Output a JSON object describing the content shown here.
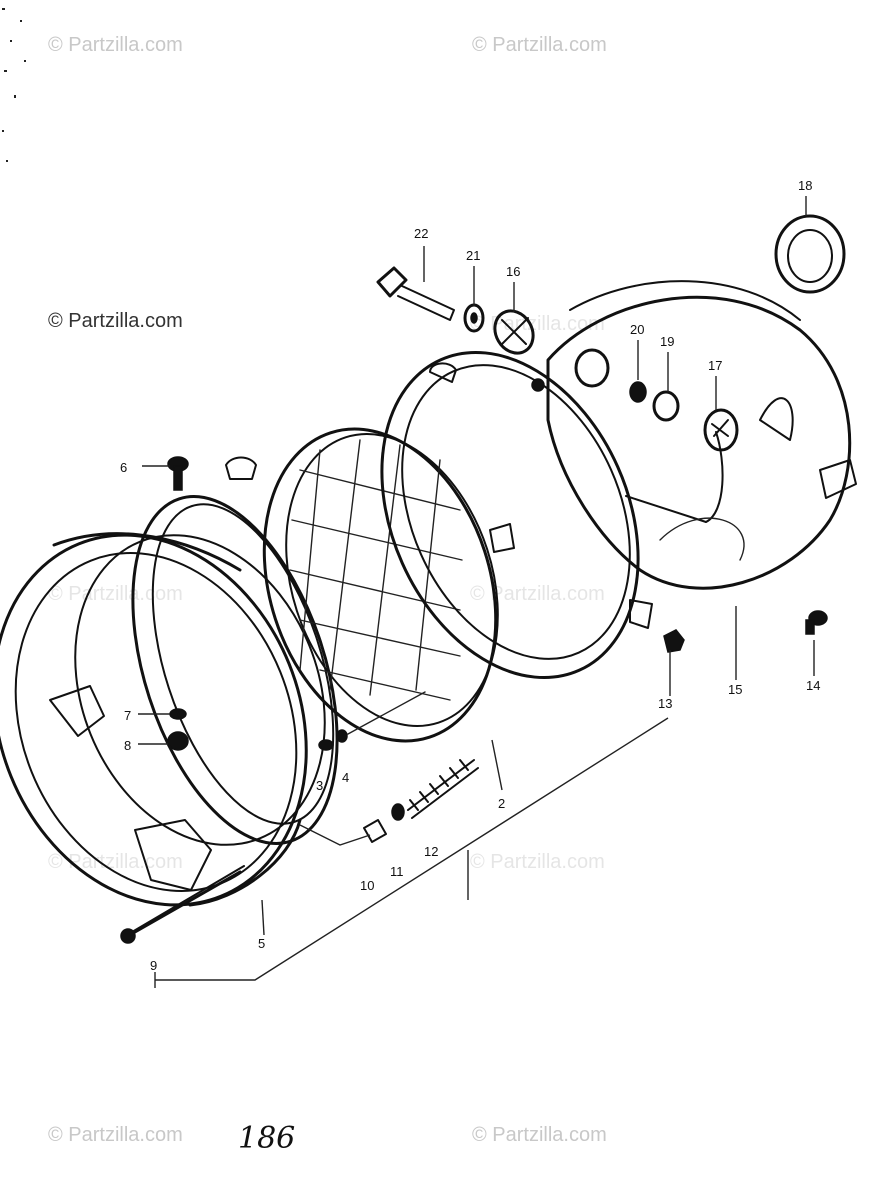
{
  "watermarks": [
    {
      "text": "© Partzilla.com",
      "tone": "light"
    },
    {
      "text": "© Partzilla.com",
      "tone": "light"
    },
    {
      "text": "© Partzilla.com",
      "tone": "dark"
    },
    {
      "text": "© Partzilla.com",
      "tone": "light"
    },
    {
      "text": "© Partzilla.com",
      "tone": "light"
    }
  ],
  "callouts": [
    "2",
    "3",
    "4",
    "5",
    "6",
    "7",
    "8",
    "9",
    "10",
    "11",
    "12",
    "13",
    "14",
    "15",
    "16",
    "17",
    "18",
    "19",
    "20",
    "21",
    "22"
  ],
  "page_note": "186",
  "colors": {
    "ink": "#111111",
    "watermark": "#c8c8c8",
    "background": "#ffffff"
  }
}
